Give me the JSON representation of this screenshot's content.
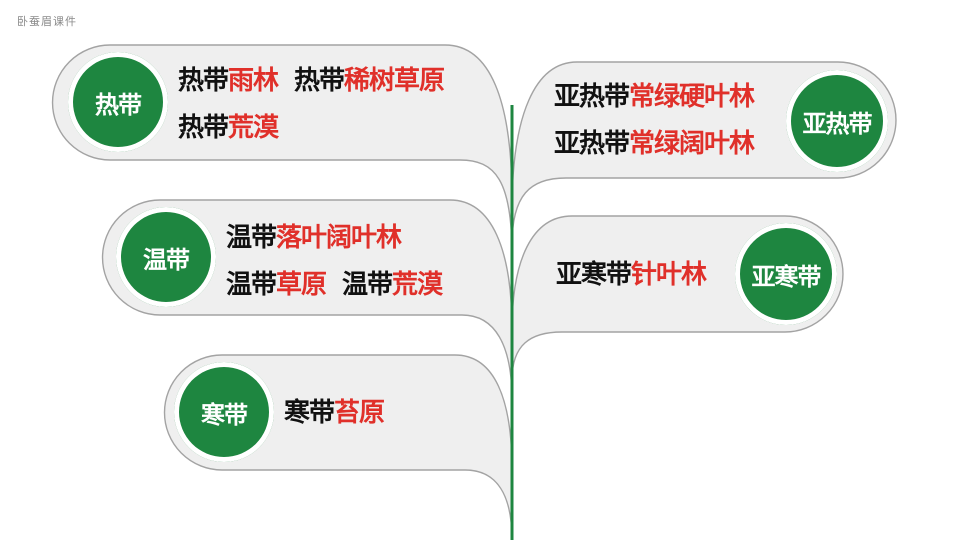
{
  "watermark": "卧蚕眉课件",
  "colors": {
    "accent_green": "#1e8640",
    "highlight_red": "#e0302a",
    "text_black": "#111111",
    "panel_fill": "#efefef"
  },
  "zones": [
    {
      "badge": "热带",
      "lines": [
        [
          {
            "zone": "热带",
            "type": "雨林"
          },
          {
            "zone": "热带",
            "type": "稀树草原"
          }
        ],
        [
          {
            "zone": "热带",
            "type": "荒漠"
          }
        ]
      ]
    },
    {
      "badge": "温带",
      "lines": [
        [
          {
            "zone": "温带",
            "type": "落叶阔叶林"
          }
        ],
        [
          {
            "zone": "温带",
            "type": "草原"
          },
          {
            "zone": "温带",
            "type": "荒漠"
          }
        ]
      ]
    },
    {
      "badge": "寒带",
      "lines": [
        [
          {
            "zone": "寒带",
            "type": "苔原"
          }
        ]
      ]
    },
    {
      "badge": "亚热带",
      "lines": [
        [
          {
            "zone": "亚热带",
            "type": "常绿硬叶林"
          }
        ],
        [
          {
            "zone": "亚热带",
            "type": "常绿阔叶林"
          }
        ]
      ]
    },
    {
      "badge": "亚寒带",
      "lines": [
        [
          {
            "zone": "亚寒带",
            "type": "针叶林"
          }
        ]
      ]
    }
  ]
}
